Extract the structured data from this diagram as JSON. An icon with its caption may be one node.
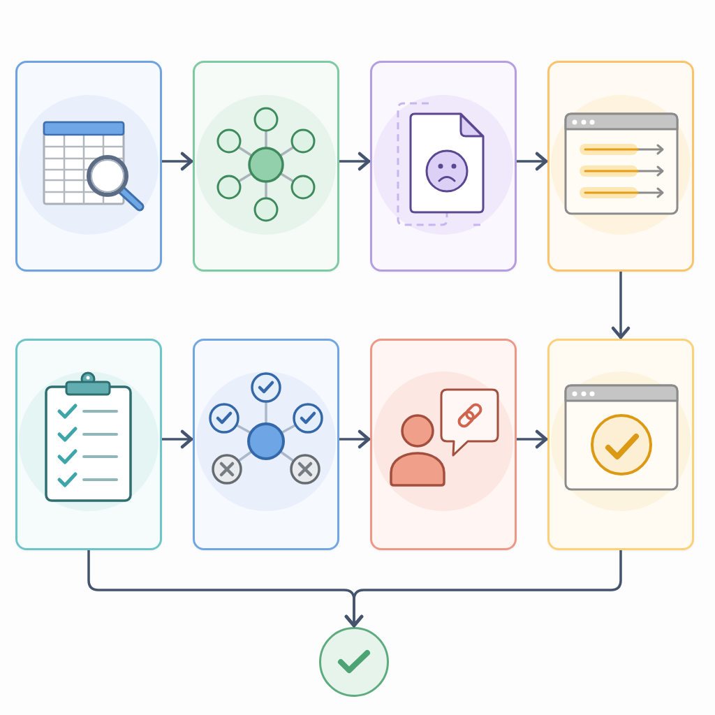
{
  "diagram": {
    "nodes": [
      {
        "text": [],
        "shape": "box"
      },
      {
        "text": [],
        "shape": "box"
      },
      {
        "text": [],
        "shape": "box"
      },
      {
        "text": [],
        "shape": "box"
      },
      {
        "text": [],
        "shape": "box"
      },
      {
        "text": [],
        "shape": "box"
      },
      {
        "text": [],
        "shape": "box"
      },
      {
        "text": [],
        "shape": "box"
      },
      {
        "text": [],
        "shape": "circle"
      }
    ],
    "edges": [
      {
        "from": 0,
        "to": 1,
        "arrow": "to"
      },
      {
        "from": 1,
        "to": 2,
        "arrow": "to"
      },
      {
        "from": 2,
        "to": 3,
        "arrow": "to"
      },
      {
        "from": 3,
        "to": 7,
        "arrow": "to"
      },
      {
        "from": 4,
        "to": 5,
        "arrow": "to"
      },
      {
        "from": 5,
        "to": 6,
        "arrow": "to"
      },
      {
        "from": 6,
        "to": 7,
        "arrow": "to"
      },
      {
        "from": 4,
        "to": 8,
        "arrow": "to"
      },
      {
        "from": 7,
        "to": 8,
        "arrow": "to"
      }
    ]
  }
}
